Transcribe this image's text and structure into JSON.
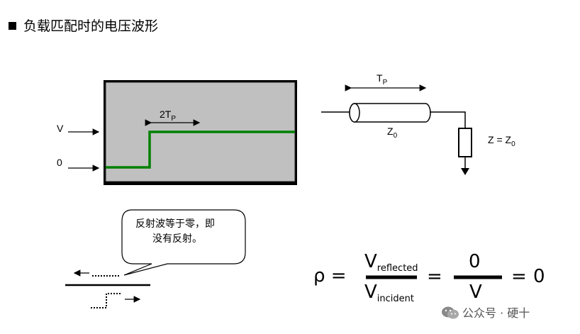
{
  "title": "负载匹配时的电压波形",
  "scope": {
    "label_v": "V",
    "label_0": "0",
    "delay_main": "2T",
    "delay_sub": "P",
    "trace_color": "#008000",
    "screen_color": "#c0c0c0"
  },
  "line": {
    "delay_main": "T",
    "delay_sub": "P",
    "z0_main": "Z",
    "z0_sub": "0",
    "load_main": "Z = Z",
    "load_sub": "0"
  },
  "bubble": {
    "line1": "反射波等于零，即",
    "line2": "没有反射。"
  },
  "formula": {
    "rho": "ρ =",
    "num_main": "V",
    "num_sub": "reflected",
    "den_main": "V",
    "den_sub": "incident",
    "eq": "=",
    "num2": "0",
    "den2": "V",
    "eq2": "=",
    "result": "0"
  },
  "watermark": {
    "icon": "wechat-icon",
    "text": "公众号 · 硬十"
  }
}
